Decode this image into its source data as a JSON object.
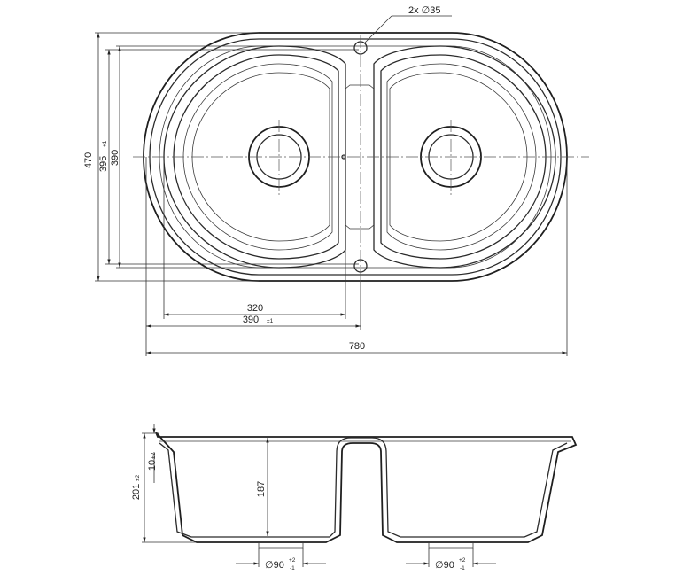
{
  "top_view": {
    "holes_label": "2x ∅35",
    "dim_height_outer": "470",
    "dim_height_mid_value": "395",
    "dim_height_mid_tol": "+1",
    "dim_height_inner": "390",
    "dim_bowl_width": "320",
    "dim_bowl_spacing_value": "390",
    "dim_bowl_spacing_tol": "±1",
    "dim_total_width": "780"
  },
  "side_view": {
    "dim_rim_value": "10",
    "dim_rim_tol": "±2",
    "dim_total_depth_value": "201",
    "dim_total_depth_tol": "±2",
    "dim_bowl_depth": "187",
    "drain_left_value": "∅90",
    "drain_left_tol_top": "+2",
    "drain_left_tol_bottom": "-1",
    "drain_right_value": "∅90",
    "drain_right_tol_top": "+2",
    "drain_right_tol_bottom": "-1"
  }
}
